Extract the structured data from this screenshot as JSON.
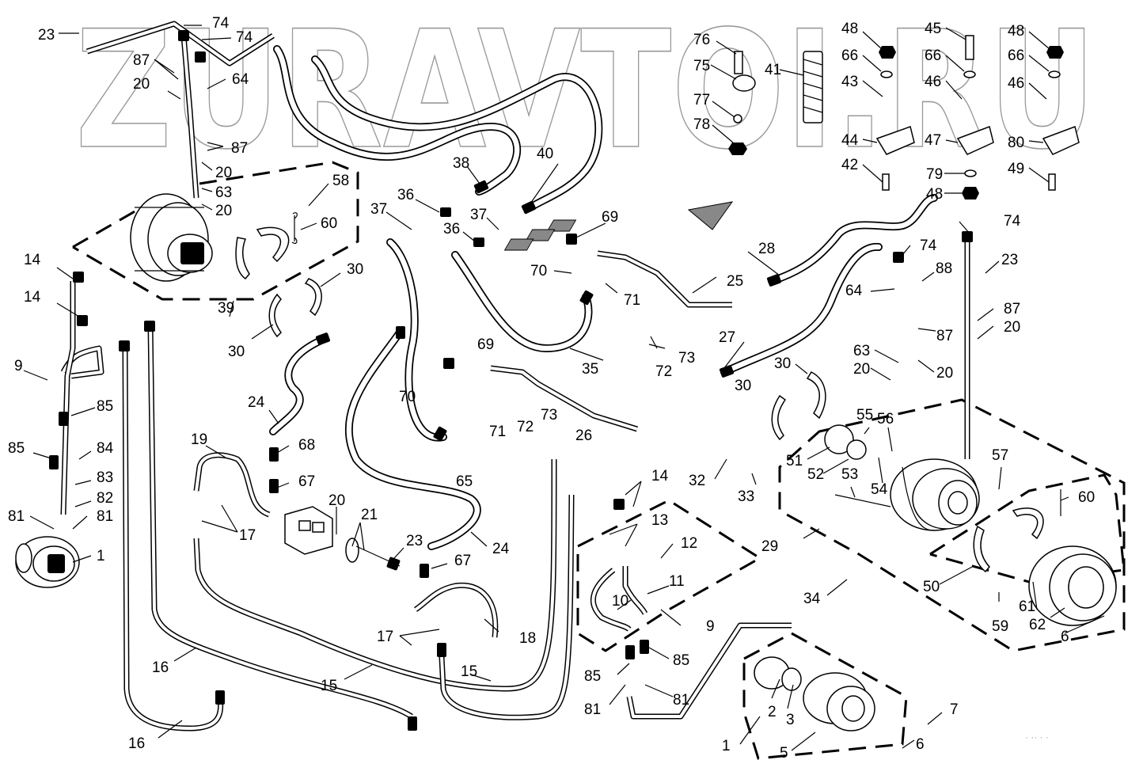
{
  "watermark": {
    "text": "ZURAVTOI.RU"
  },
  "footer_code": "· ·· · ·",
  "callouts": [
    {
      "id": "c-23a",
      "text": "23"
    },
    {
      "id": "c-74a",
      "text": "74"
    },
    {
      "id": "c-74b",
      "text": "74"
    },
    {
      "id": "c-87a",
      "text": "87"
    },
    {
      "id": "c-20a",
      "text": "20"
    },
    {
      "id": "c-64a",
      "text": "64"
    },
    {
      "id": "c-87b",
      "text": "87"
    },
    {
      "id": "c-20b",
      "text": "20"
    },
    {
      "id": "c-63a",
      "text": "63"
    },
    {
      "id": "c-20c",
      "text": "20"
    },
    {
      "id": "c-58",
      "text": "58"
    },
    {
      "id": "c-60a",
      "text": "60"
    },
    {
      "id": "c-30a",
      "text": "30"
    },
    {
      "id": "c-30b",
      "text": "30"
    },
    {
      "id": "c-39",
      "text": "39"
    },
    {
      "id": "c-38",
      "text": "38"
    },
    {
      "id": "c-40",
      "text": "40"
    },
    {
      "id": "c-36a",
      "text": "36"
    },
    {
      "id": "c-37a",
      "text": "37"
    },
    {
      "id": "c-37b",
      "text": "37"
    },
    {
      "id": "c-36b",
      "text": "36"
    },
    {
      "id": "c-69a",
      "text": "69"
    },
    {
      "id": "c-70a",
      "text": "70"
    },
    {
      "id": "c-71a",
      "text": "71"
    },
    {
      "id": "c-35",
      "text": "35"
    },
    {
      "id": "c-73a",
      "text": "73"
    },
    {
      "id": "c-72a",
      "text": "72"
    },
    {
      "id": "c-25",
      "text": "25"
    },
    {
      "id": "c-28",
      "text": "28"
    },
    {
      "id": "c-74c",
      "text": "74"
    },
    {
      "id": "c-74d",
      "text": "74"
    },
    {
      "id": "c-64b",
      "text": "64"
    },
    {
      "id": "c-88",
      "text": "88"
    },
    {
      "id": "c-23b",
      "text": "23"
    },
    {
      "id": "c-87c",
      "text": "87"
    },
    {
      "id": "c-87d",
      "text": "87"
    },
    {
      "id": "c-20d",
      "text": "20"
    },
    {
      "id": "c-27",
      "text": "27"
    },
    {
      "id": "c-63b",
      "text": "63"
    },
    {
      "id": "c-20e",
      "text": "20"
    },
    {
      "id": "c-20f",
      "text": "20"
    },
    {
      "id": "c-30c",
      "text": "30"
    },
    {
      "id": "c-30d",
      "text": "30"
    },
    {
      "id": "c-14a",
      "text": "14"
    },
    {
      "id": "c-14b",
      "text": "14"
    },
    {
      "id": "c-9a",
      "text": "9"
    },
    {
      "id": "c-85a",
      "text": "85"
    },
    {
      "id": "c-85b",
      "text": "85"
    },
    {
      "id": "c-84",
      "text": "84"
    },
    {
      "id": "c-83",
      "text": "83"
    },
    {
      "id": "c-82",
      "text": "82"
    },
    {
      "id": "c-81a",
      "text": "81"
    },
    {
      "id": "c-81b",
      "text": "81"
    },
    {
      "id": "c-1a",
      "text": "1"
    },
    {
      "id": "c-24a",
      "text": "24"
    },
    {
      "id": "c-69b",
      "text": "69"
    },
    {
      "id": "c-70b",
      "text": "70"
    },
    {
      "id": "c-73b",
      "text": "73"
    },
    {
      "id": "c-72b",
      "text": "72"
    },
    {
      "id": "c-71b",
      "text": "71"
    },
    {
      "id": "c-26",
      "text": "26"
    },
    {
      "id": "c-65",
      "text": "65"
    },
    {
      "id": "c-19",
      "text": "19"
    },
    {
      "id": "c-68",
      "text": "68"
    },
    {
      "id": "c-67a",
      "text": "67"
    },
    {
      "id": "c-17a",
      "text": "17"
    },
    {
      "id": "c-20g",
      "text": "20"
    },
    {
      "id": "c-21",
      "text": "21"
    },
    {
      "id": "c-23c",
      "text": "23"
    },
    {
      "id": "c-24b",
      "text": "24"
    },
    {
      "id": "c-67b",
      "text": "67"
    },
    {
      "id": "c-18",
      "text": "18"
    },
    {
      "id": "c-17b",
      "text": "17"
    },
    {
      "id": "c-16a",
      "text": "16"
    },
    {
      "id": "c-15a",
      "text": "15"
    },
    {
      "id": "c-15b",
      "text": "15"
    },
    {
      "id": "c-16b",
      "text": "16"
    },
    {
      "id": "c-14c",
      "text": "14"
    },
    {
      "id": "c-13",
      "text": "13"
    },
    {
      "id": "c-12",
      "text": "12"
    },
    {
      "id": "c-11",
      "text": "11"
    },
    {
      "id": "c-10",
      "text": "10"
    },
    {
      "id": "c-9b",
      "text": "9"
    },
    {
      "id": "c-85c",
      "text": "85"
    },
    {
      "id": "c-85d",
      "text": "85"
    },
    {
      "id": "c-81c",
      "text": "81"
    },
    {
      "id": "c-81d",
      "text": "81"
    },
    {
      "id": "c-32",
      "text": "32"
    },
    {
      "id": "c-33",
      "text": "33"
    },
    {
      "id": "c-29",
      "text": "29"
    },
    {
      "id": "c-34",
      "text": "34"
    },
    {
      "id": "c-51",
      "text": "51"
    },
    {
      "id": "c-52",
      "text": "52"
    },
    {
      "id": "c-53",
      "text": "53"
    },
    {
      "id": "c-54",
      "text": "54"
    },
    {
      "id": "c-55",
      "text": "55"
    },
    {
      "id": "c-56",
      "text": "56"
    },
    {
      "id": "c-57",
      "text": "57"
    },
    {
      "id": "c-60b",
      "text": "60"
    },
    {
      "id": "c-50",
      "text": "50"
    },
    {
      "id": "c-59",
      "text": "59"
    },
    {
      "id": "c-61",
      "text": "61"
    },
    {
      "id": "c-62",
      "text": "62"
    },
    {
      "id": "c-6a",
      "text": "6"
    },
    {
      "id": "c-2",
      "text": "2"
    },
    {
      "id": "c-3",
      "text": "3"
    },
    {
      "id": "c-1b",
      "text": "1"
    },
    {
      "id": "c-5",
      "text": "5"
    },
    {
      "id": "c-7",
      "text": "7"
    },
    {
      "id": "c-6b",
      "text": "6"
    },
    {
      "id": "c-76",
      "text": "76"
    },
    {
      "id": "c-75",
      "text": "75"
    },
    {
      "id": "c-77",
      "text": "77"
    },
    {
      "id": "c-78",
      "text": "78"
    },
    {
      "id": "c-41",
      "text": "41"
    },
    {
      "id": "c-48a",
      "text": "48"
    },
    {
      "id": "c-66a",
      "text": "66"
    },
    {
      "id": "c-43",
      "text": "43"
    },
    {
      "id": "c-44",
      "text": "44"
    },
    {
      "id": "c-42",
      "text": "42"
    },
    {
      "id": "c-45",
      "text": "45"
    },
    {
      "id": "c-66b",
      "text": "66"
    },
    {
      "id": "c-46a",
      "text": "46"
    },
    {
      "id": "c-47",
      "text": "47"
    },
    {
      "id": "c-79",
      "text": "79"
    },
    {
      "id": "c-48b",
      "text": "48"
    },
    {
      "id": "c-48c",
      "text": "48"
    },
    {
      "id": "c-66c",
      "text": "66"
    },
    {
      "id": "c-46b",
      "text": "46"
    },
    {
      "id": "c-80",
      "text": "80"
    },
    {
      "id": "c-49",
      "text": "49"
    }
  ]
}
